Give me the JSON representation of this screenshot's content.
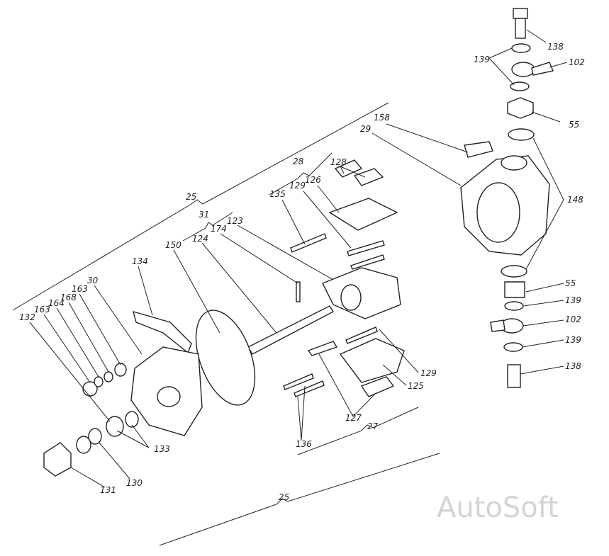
{
  "diagram": {
    "labels": {
      "l138a": "138",
      "l139a": "139",
      "l102a": "102",
      "l55a": "55",
      "l158": "158",
      "l29": "29",
      "l148": "148",
      "l28": "28",
      "l128": "128",
      "l126": "126",
      "l129a": "129",
      "l135": "135",
      "l25a": "25",
      "l31": "31",
      "l123": "123",
      "l174": "174",
      "l124": "124",
      "l150": "150",
      "l134": "134",
      "l30": "30",
      "l163a": "163",
      "l168": "168",
      "l164": "164",
      "l163b": "163",
      "l132": "132",
      "l55b": "55",
      "l139b": "139",
      "l102b": "102",
      "l139c": "139",
      "l138b": "138",
      "l129b": "129",
      "l125": "125",
      "l127": "127",
      "l27": "27",
      "l136": "136",
      "l133": "133",
      "l130": "130",
      "l131": "131",
      "l25b": "25"
    },
    "watermark": "AutoSoft"
  }
}
